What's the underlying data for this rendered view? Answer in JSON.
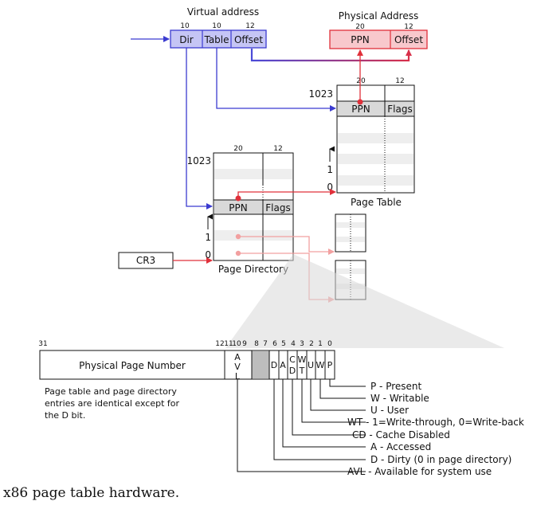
{
  "virtual_address": {
    "title": "Virtual address",
    "bits": [
      "10",
      "10",
      "12"
    ],
    "fields": [
      "Dir",
      "Table",
      "Offset"
    ]
  },
  "physical_address": {
    "title": "Physical Address",
    "bits": [
      "20",
      "12"
    ],
    "fields": [
      "PPN",
      "Offset"
    ]
  },
  "page_table": {
    "label": "Page Table",
    "bits": [
      "20",
      "12"
    ],
    "index_top": "1023",
    "index_1": "1",
    "index_0": "0",
    "entry_ppn": "PPN",
    "entry_flags": "Flags"
  },
  "page_directory": {
    "label": "Page Directory",
    "bits": [
      "20",
      "12"
    ],
    "index_top": "1023",
    "index_1": "1",
    "index_0": "0",
    "entry_ppn": "PPN",
    "entry_flags": "Flags"
  },
  "cr3": "CR3",
  "entry_format": {
    "bit_labels": [
      "31",
      "12",
      "11",
      "10",
      "9",
      "8",
      "7",
      "6",
      "5",
      "4",
      "3",
      "2",
      "1",
      "0"
    ],
    "ppn_label": "Physical Page Number",
    "avl": [
      "A",
      "V",
      "L"
    ],
    "d": "D",
    "a": "A",
    "cd": [
      "C",
      "D"
    ],
    "wt": [
      "W",
      "T"
    ],
    "u": "U",
    "w": "W",
    "p": "P",
    "note": [
      "Page table and page directory",
      "entries are identical except for",
      "the D bit."
    ]
  },
  "flag_descriptions": [
    "P - Present",
    "W - Writable",
    "U - User",
    "WT - 1=Write-through, 0=Write-back",
    "CD - Cache Disabled",
    "A - Accessed",
    "D - Dirty (0 in page directory)",
    "AVL - Available for system use"
  ],
  "caption": "x86 page table hardware.",
  "colors": {
    "virtual_fill": "#c5c5f5",
    "virtual_stroke": "#3b3bd0",
    "physical_fill": "#f8c8cc",
    "physical_stroke": "#e0303a",
    "highlight_row": "#d9d9d9",
    "stripe_row": "#eeeeee",
    "light_red": "#f2a0a0"
  }
}
